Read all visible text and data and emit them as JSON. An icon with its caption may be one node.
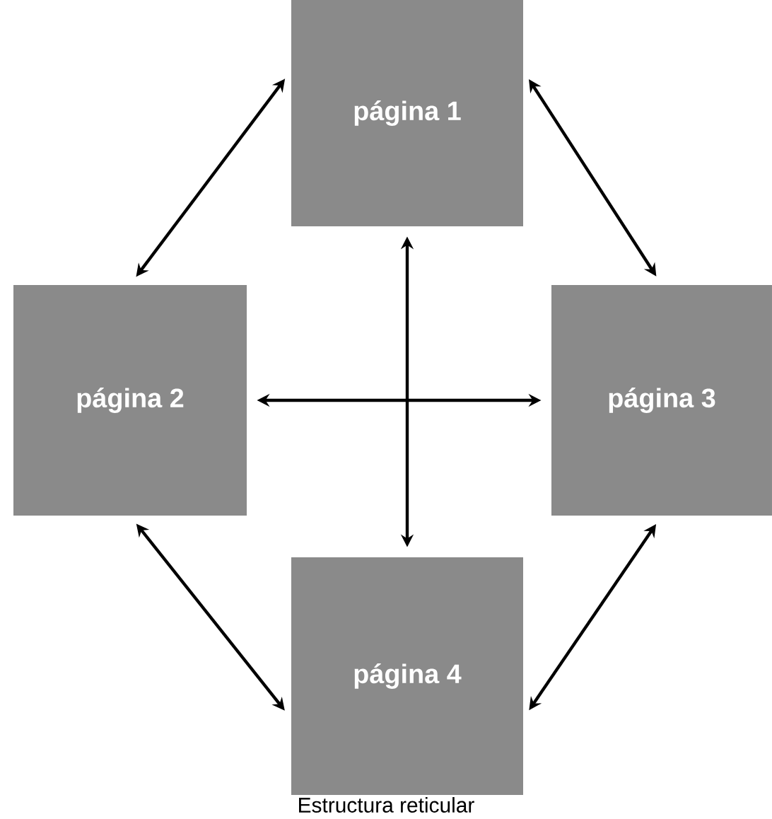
{
  "diagram": {
    "caption": "Estructura reticular",
    "nodes": [
      {
        "text": [
          "página 1"
        ]
      },
      {
        "text": [
          "página 2"
        ]
      },
      {
        "text": [
          "página 3"
        ]
      },
      {
        "text": [
          "página 4"
        ]
      }
    ],
    "edges": [
      {
        "from": 0,
        "to": 1,
        "arrow": "both"
      },
      {
        "from": 0,
        "to": 2,
        "arrow": "both"
      },
      {
        "from": 0,
        "to": 3,
        "arrow": "both"
      },
      {
        "from": 1,
        "to": 2,
        "arrow": "both"
      },
      {
        "from": 1,
        "to": 3,
        "arrow": "both"
      },
      {
        "from": 2,
        "to": 3,
        "arrow": "both"
      }
    ]
  }
}
